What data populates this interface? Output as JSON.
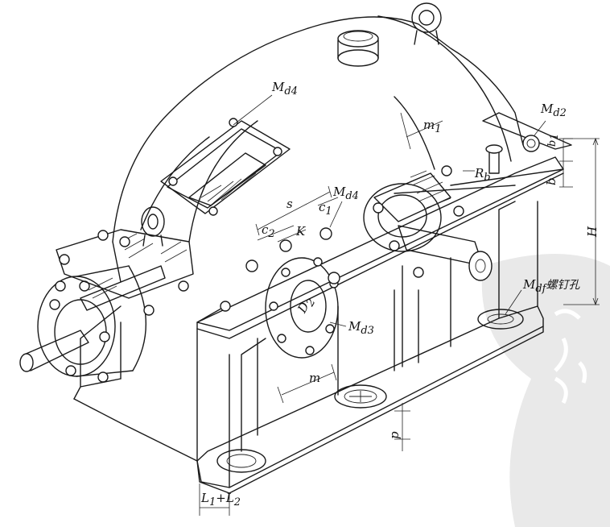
{
  "figure": {
    "labels": {
      "Md4_top": "M",
      "Md4_top_sub": "d4",
      "Md2": "M",
      "Md2_sub": "d2",
      "Md4_mid": "M",
      "Md4_mid_sub": "d4",
      "Md3": "M",
      "Md3_sub": "d3",
      "Mdf": "M",
      "Mdf_sub": "df",
      "Mdf_suffix": "螺钉孔",
      "m1": "m",
      "m1_sub": "1",
      "b1": "b",
      "b1_sub": "1",
      "b": "b",
      "R": "R",
      "R_sub": "b",
      "H": "H",
      "s": "s",
      "c1": "c",
      "c1_sub": "1",
      "c2": "c",
      "c2_sub": "2",
      "K": "K",
      "D2": "D",
      "D2_sub": "2",
      "m": "m",
      "p": "p",
      "L12": "L",
      "L12_sub1": "1",
      "L12_mid": "+L",
      "L12_sub2": "2"
    }
  }
}
